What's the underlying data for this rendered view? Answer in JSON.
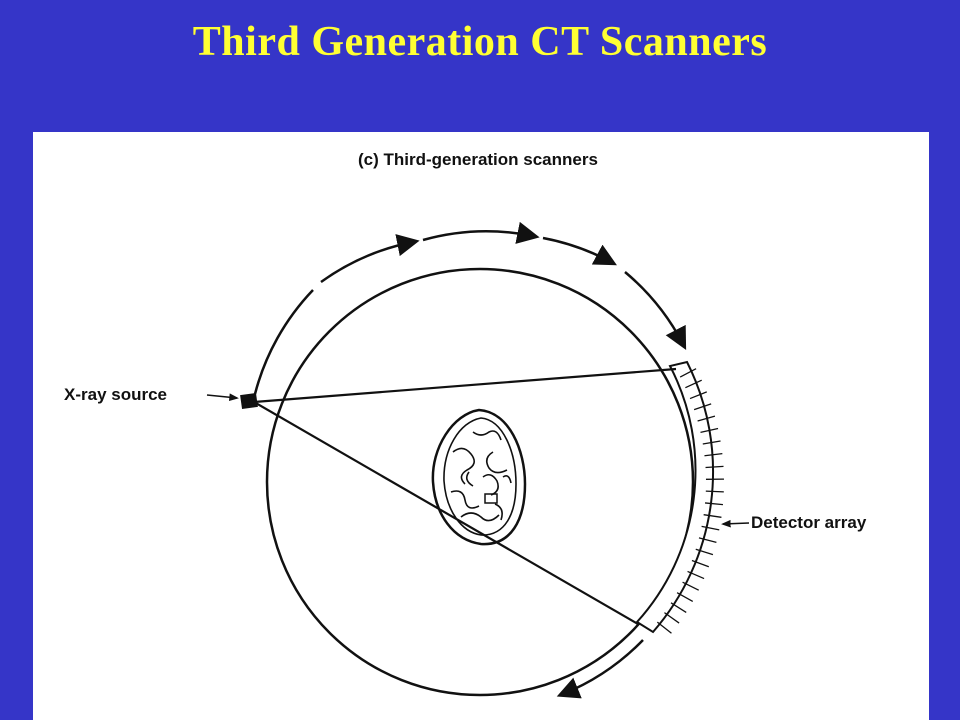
{
  "slide": {
    "title": "Third Generation CT Scanners",
    "background_color": "#3535c8",
    "title_color": "#ffff33"
  },
  "diagram": {
    "caption": "(c) Third-generation scanners",
    "source_label": "X-ray source",
    "detector_label": "Detector array"
  }
}
